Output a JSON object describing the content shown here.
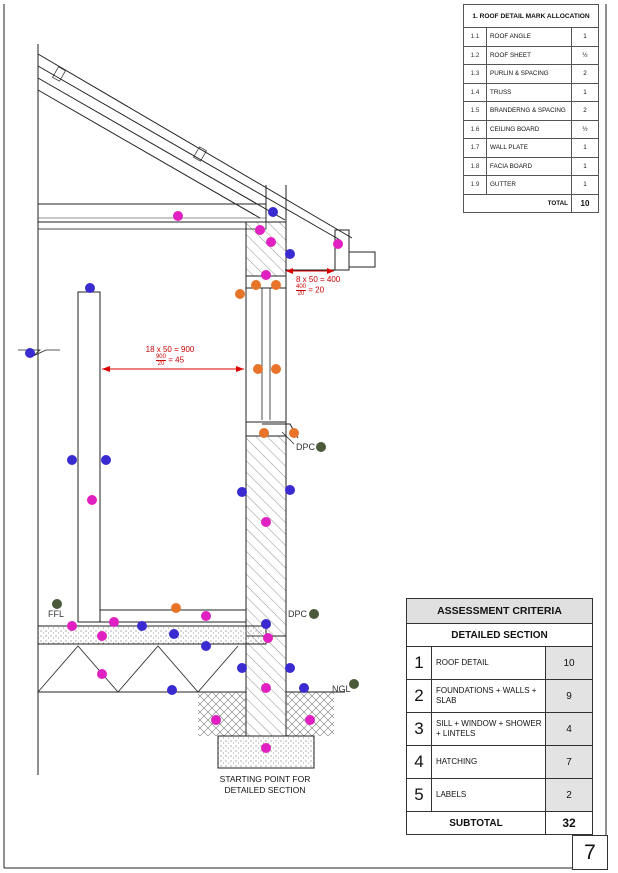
{
  "roof_table": {
    "title": "1. ROOF DETAIL MARK ALLOCATION",
    "rows": [
      {
        "num": "1.1",
        "item": "ROOF ANGLE",
        "mark": "1"
      },
      {
        "num": "1.2",
        "item": "ROOF SHEET",
        "mark": "½"
      },
      {
        "num": "1.3",
        "item": "PURLIN & SPACING",
        "mark": "2"
      },
      {
        "num": "1.4",
        "item": "TRUSS",
        "mark": "1"
      },
      {
        "num": "1.5",
        "item": "BRANDERNG & SPACING",
        "mark": "2"
      },
      {
        "num": "1.6",
        "item": "CEILING BOARD",
        "mark": "½"
      },
      {
        "num": "1.7",
        "item": "WALL PLATE",
        "mark": "1"
      },
      {
        "num": "1.8",
        "item": "FACIA BOARD",
        "mark": "1"
      },
      {
        "num": "1.9",
        "item": "GUTTER",
        "mark": "1"
      }
    ],
    "total_label": "TOTAL",
    "total_value": "10"
  },
  "assessment": {
    "title": "ASSESSMENT CRITERIA",
    "subtitle": "DETAILED SECTION",
    "rows": [
      {
        "num": "1",
        "label": "ROOF DETAIL",
        "value": "10"
      },
      {
        "num": "2",
        "label": "FOUNDATIONS + WALLS + SLAB",
        "value": "9"
      },
      {
        "num": "3",
        "label": "SILL + WINDOW + SHOWER + LINTELS",
        "value": "4"
      },
      {
        "num": "4",
        "label": "HATCHING",
        "value": "7"
      },
      {
        "num": "5",
        "label": "LABELS",
        "value": "2"
      }
    ],
    "subtotal_label": "SUBTOTAL",
    "subtotal_value": "32"
  },
  "page_number": "7",
  "drawing": {
    "start_note": "STARTING POINT FOR DETAILED SECTION",
    "dim_left_main": "18 x 50 = 900",
    "dim_left_frac_top": "900",
    "dim_left_frac_bottom": "20",
    "dim_left_frac_result": "= 45",
    "dim_right_main": "8 x 50 = 400",
    "dim_right_frac_top": "400",
    "dim_right_frac_bottom": "20",
    "dim_right_frac_result": "= 20",
    "label_dpc_upper": "DPC",
    "label_dpc_lower": "DPC",
    "label_ngl": "NGL",
    "label_ffl": "FFL",
    "colors": {
      "blue": "#3a2bd0",
      "magenta": "#e020c0",
      "orange": "#e8742a",
      "olive": "#4a5a3a",
      "dimension": "#d00000"
    }
  }
}
